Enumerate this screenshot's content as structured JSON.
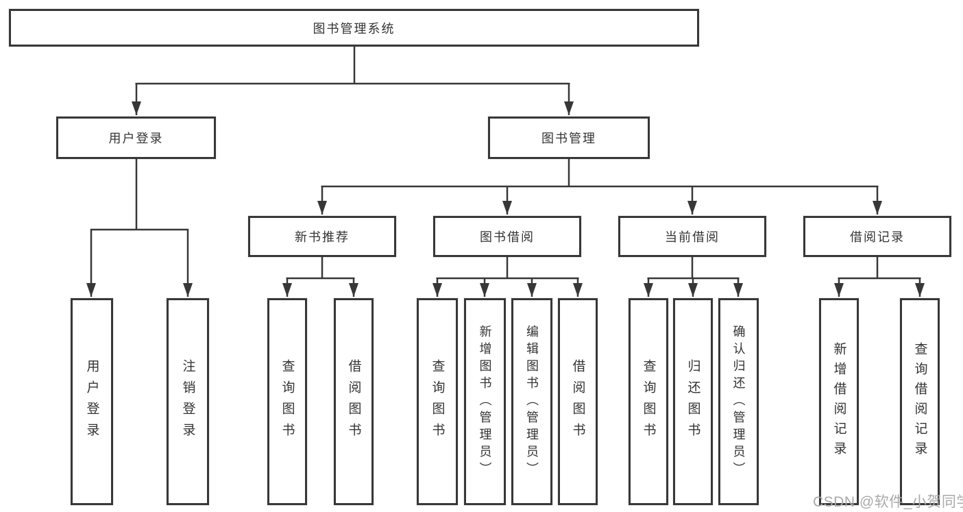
{
  "nodes": {
    "root": "图书管理系统",
    "user_login": "用户登录",
    "book_mgmt": "图书管理",
    "new_book": "新书推荐",
    "book_borrow": "图书借阅",
    "current_borrow": "当前借阅",
    "borrow_record": "借阅记录",
    "ul_login": "用户登录",
    "ul_logout": "注销登录",
    "nb_query": "查询图书",
    "nb_borrow": "借阅图书",
    "bb_query": "查询图书",
    "bb_add": "新增图书（管理员）",
    "bb_edit": "编辑图书（管理员）",
    "bb_borrow": "借阅图书",
    "cb_query": "查询图书",
    "cb_return": "归还图书",
    "cb_confirm": "确认归还（管理员）",
    "br_add": "新增借阅记录",
    "br_query": "查询借阅记录"
  },
  "watermark": "CSDN @软件_小贺同学",
  "colors": {
    "line": "#373737",
    "text": "#333333",
    "watermark": "#a9a9a9",
    "background": "#ffffff"
  }
}
